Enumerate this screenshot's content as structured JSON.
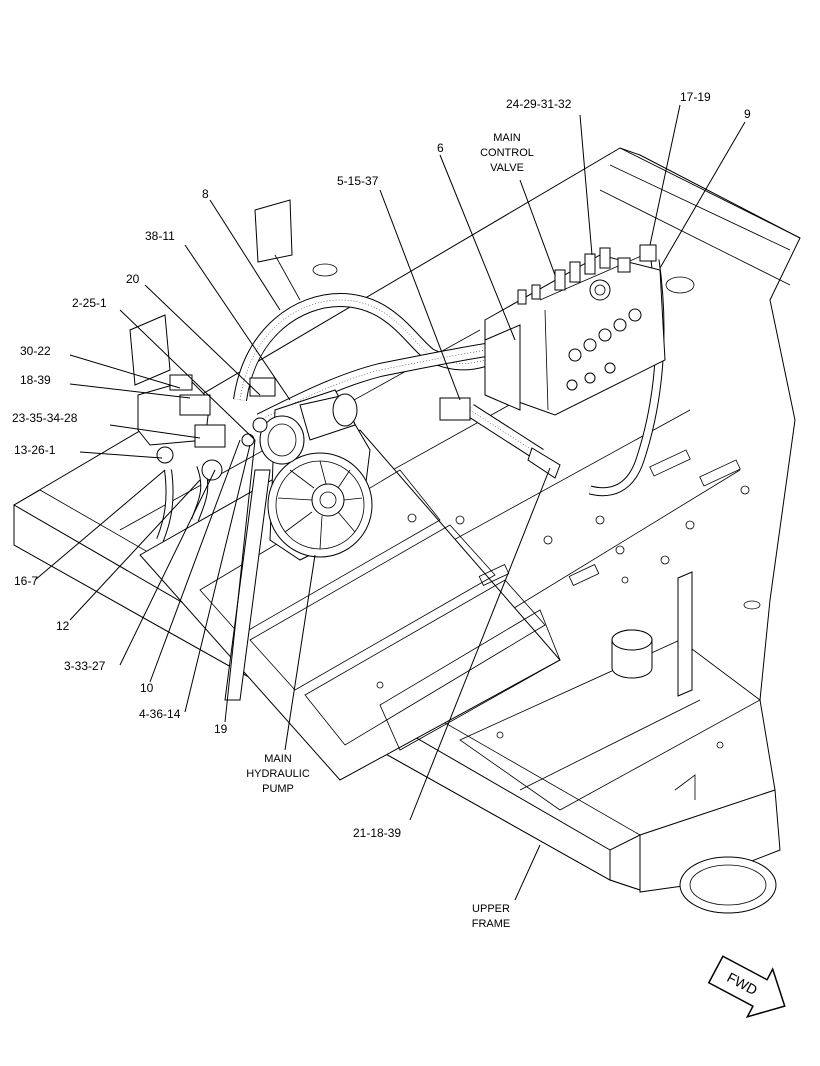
{
  "callouts": {
    "c_24_29_31_32": "24-29-31-32",
    "c_17_19": "17-19",
    "c_9": "9",
    "c_6": "6",
    "c_5_15_37": "5-15-37",
    "c_8": "8",
    "c_38_11": "38-11",
    "c_20": "20",
    "c_2_25_1": "2-25-1",
    "c_30_22": "30-22",
    "c_18_39": "18-39",
    "c_23_35_34_28": "23-35-34-28",
    "c_13_26_1": "13-26-1",
    "c_16_7": "16-7",
    "c_12": "12",
    "c_3_33_27": "3-33-27",
    "c_10": "10",
    "c_4_36_14": "4-36-14",
    "c_19": "19",
    "c_21_18_39": "21-18-39"
  },
  "labels": {
    "control_valve": [
      "MAIN",
      "CONTROL",
      "VALVE"
    ],
    "pump": [
      "MAIN",
      "HYDRAULIC",
      "PUMP"
    ],
    "frame": [
      "UPPER",
      "FRAME"
    ],
    "fwd": "FWD"
  }
}
